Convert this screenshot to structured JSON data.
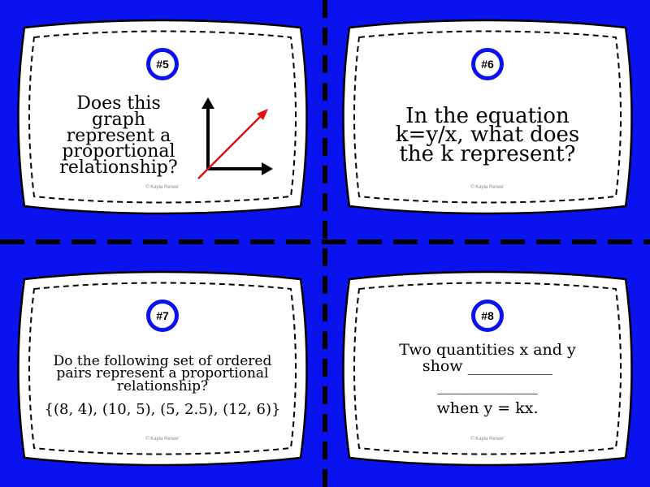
{
  "cards": [
    {
      "badge": "#5",
      "question_lines": [
        "Does this",
        "graph",
        "represent a",
        "proportional",
        "relationship?"
      ],
      "copyright": "© Kayla Renee'"
    },
    {
      "badge": "#6",
      "question_lines": [
        "In the equation",
        "k=y/x, what does",
        "the k represent?"
      ],
      "copyright": "© Kayla Renee'"
    },
    {
      "badge": "#7",
      "question_lines": [
        "Do the following set of ordered",
        "pairs represent a proportional",
        "relationship?"
      ],
      "ordered_pairs": "{(8, 4), (10, 5), (5, 2.5), (12, 6)}",
      "copyright": "© Kayla Renee'"
    },
    {
      "badge": "#8",
      "line1": "Two quantities x and y",
      "line2": "show ___________",
      "line3": "_____________",
      "line4": "when y = kx.",
      "copyright": "© Kayla Renee'"
    }
  ],
  "colors": {
    "background": "#0a12ee",
    "card": "#ffffff",
    "border": "#000000",
    "arrow": "#e01010"
  }
}
